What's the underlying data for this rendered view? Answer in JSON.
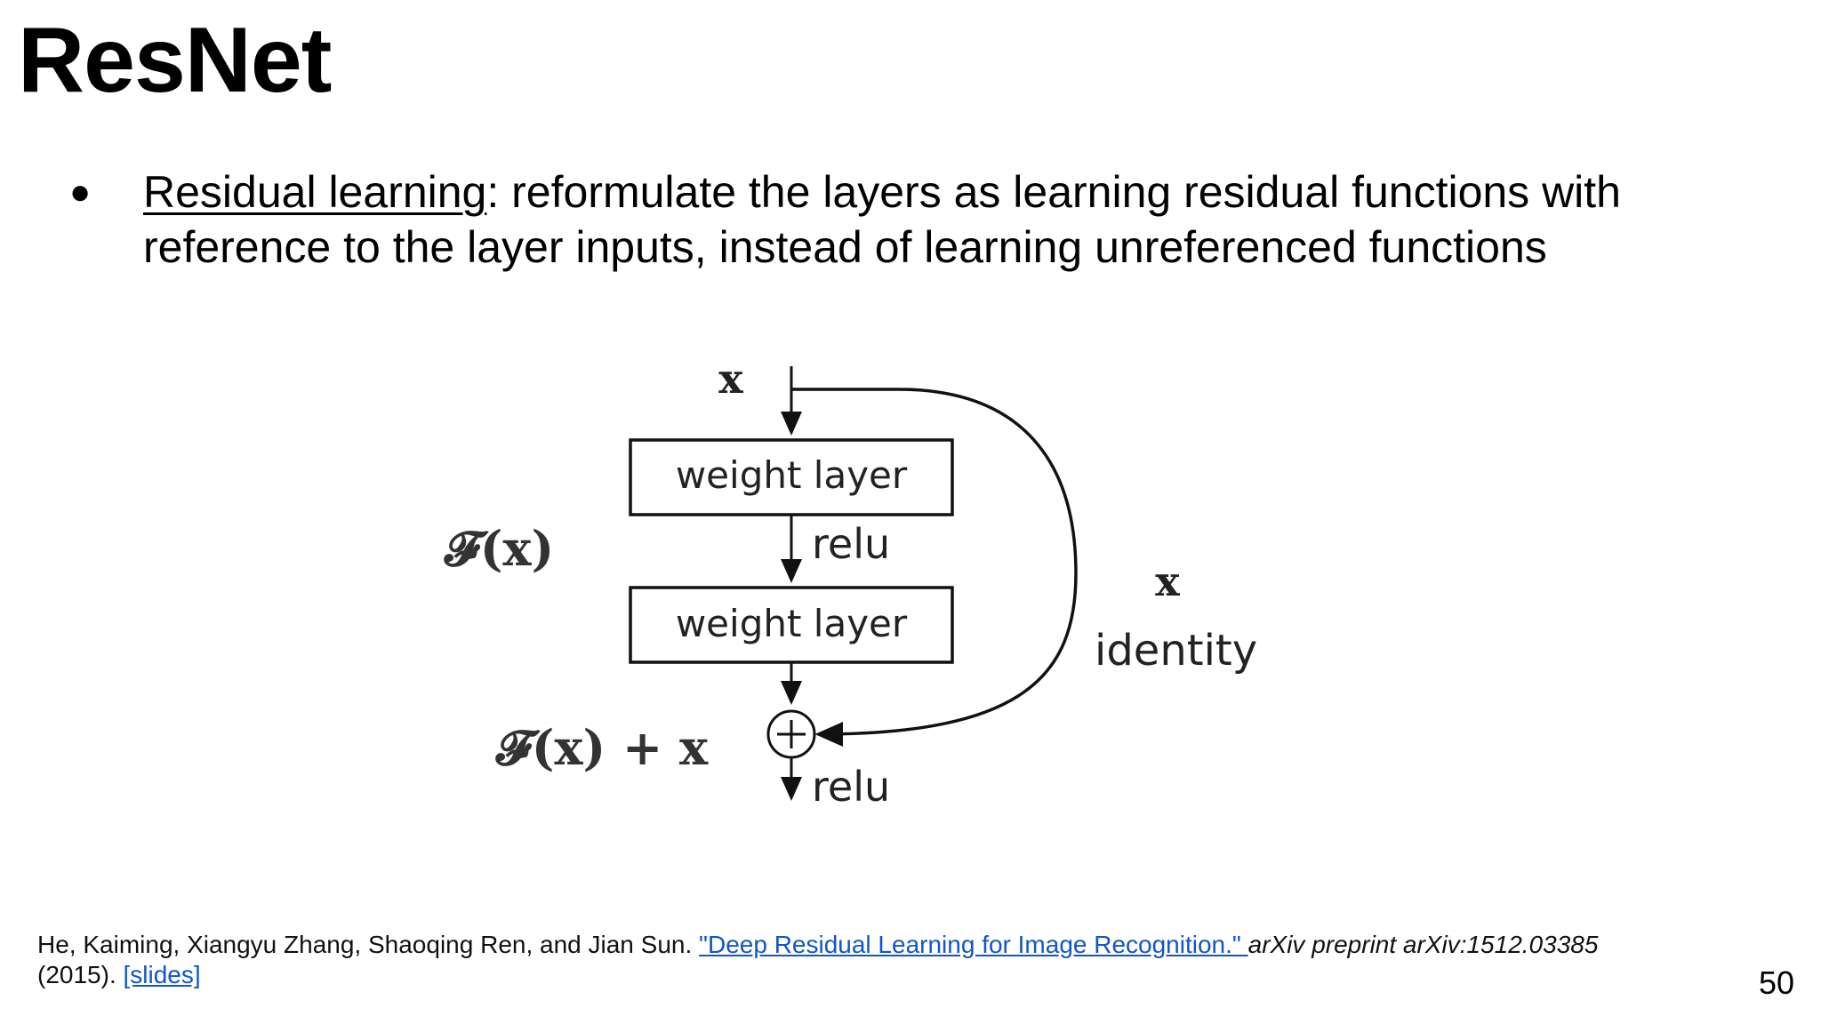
{
  "slide": {
    "title": "ResNet",
    "page_number": "50"
  },
  "bullets": [
    {
      "term": "Residual learning",
      "text": ": reformulate the layers as learning residual functions with reference to the layer inputs, instead of learning unreferenced functions"
    }
  ],
  "diagram": {
    "input_label": "x",
    "layer1_label": "weight layer",
    "relu1_label": "relu",
    "layer2_label": "weight layer",
    "fx_label": "𝓕(x)",
    "sum_label": "𝓕(x) + x",
    "identity_x_label": "x",
    "identity_label": "identity",
    "relu2_label": "relu"
  },
  "citation": {
    "authors": "He, Kaiming, Xiangyu Zhang, Shaoqing Ren, and Jian Sun. ",
    "paper_link": "\"Deep Residual Learning for Image Recognition.\" ",
    "venue": "arXiv preprint arXiv:1512.03385",
    "year": "(2015). ",
    "slides_link": "[slides]"
  }
}
